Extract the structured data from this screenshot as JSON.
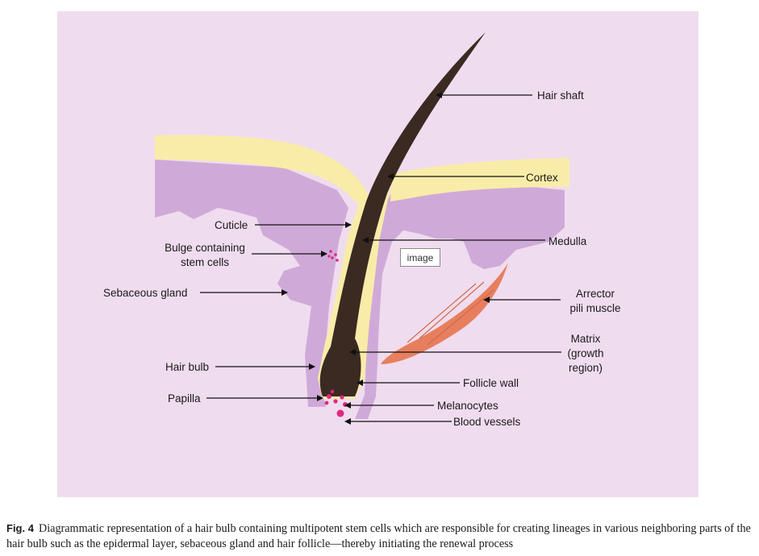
{
  "figure": {
    "image_placeholder": "image",
    "labels": {
      "hair_shaft": "Hair shaft",
      "cortex": "Cortex",
      "cuticle": "Cuticle",
      "medulla": "Medulla",
      "bulge_line1": "Bulge containing",
      "bulge_line2": "stem cells",
      "sebaceous_gland": "Sebaceous gland",
      "arrector_line1": "Arrector",
      "arrector_line2": "pili muscle",
      "matrix_line1": "Matrix",
      "matrix_line2": "(growth",
      "matrix_line3": "region)",
      "hair_bulb": "Hair bulb",
      "follicle_wall": "Follicle wall",
      "papilla": "Papilla",
      "melanocytes": "Melanocytes",
      "blood_vessels": "Blood vessels"
    },
    "colors": {
      "background": "#f0dcef",
      "dermis": "#cfaad8",
      "epidermis": "#f9eca8",
      "hair": "#3a2a22",
      "muscle": "#e77f5e",
      "dots": "#e0287f"
    }
  },
  "caption": {
    "number": "Fig. 4",
    "text": "Diagrammatic representation of a hair bulb containing multipotent stem cells which are responsible for creating lineages in various neighboring parts of the hair bulb such as the epidermal layer, sebaceous gland and hair follicle—thereby initiating the renewal process"
  }
}
